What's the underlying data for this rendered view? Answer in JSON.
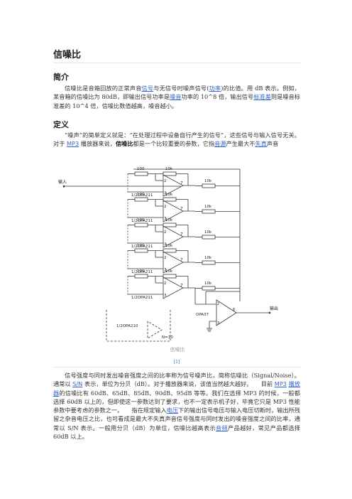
{
  "title": "信噪比",
  "intro": {
    "heading": "简介",
    "p1_a": "信噪比是音箱回放的正常声音",
    "p1_link1": "信号",
    "p1_b": "与无信号时噪声信号(",
    "p1_link2": "功率",
    "p1_c": ")的比值。用 dB 表示。例如，某音箱的信噪比为 80dB，即输出信号功率是",
    "p1_link3": "噪音",
    "p1_d": "功率的 10^8 倍，输出信号",
    "p1_link4": "标准差",
    "p1_e": "则是噪音标准差的 10^4 倍，信噪比数值越高，噪音越小。"
  },
  "definition": {
    "heading": "定义",
    "p_a": "“噪声”的简单定义就是：“在处理过程中设备自行产生的信号”，这些信号与输入信号无关。对于 ",
    "p_link1": "MP3",
    "p_b": " 播放器来说，",
    "p_bold": "信噪比",
    "p_c": "都是一个比较重要的参数，它指",
    "p_link2": "音源",
    "p_d": "产生最大不",
    "p_link3": "失真",
    "p_e": "声音"
  },
  "figure": {
    "caption": "信噪比",
    "ref": "[1]",
    "labels": {
      "r100": "100",
      "r10k": "10k",
      "amp": "1/2OPA211",
      "amp_last": "1/2OPA210",
      "input": "输入",
      "output": "输出",
      "opa37": "OPA37",
      "n10": "N=10",
      "pin2": "2",
      "pin3": "3",
      "pin6": "6",
      "pin7": "7"
    }
  },
  "body2": {
    "a": "信号强度与同时发出噪音强度之间的比率称为信号噪声比，简称信噪比（Signal/Noise）。通常以 ",
    "link1": "S/N",
    "b": " 表示，单位为分贝（dB）。对于播放器来说，该值当然越大越好。　　目前 ",
    "link2": "MP3",
    "c": " ",
    "link3": "播放器",
    "d": "的信噪比有 60dB、65dB、85dB、90dB、95dB 等等。我们在选择 MP3 的时候，一般都选择 60dB 以上的，但即使这一参数达到了要求，也不一定表示机子好，毕竟它只是 MP3 性能参数中要考虑的参数之一。　　指在规定输入",
    "link4": "电压",
    "e": "下的输出信号电压与输入电压切断时，输出所残留之杂音电压之比，也可看成是最大不失真声音信号强度与同时发出的噪音强度之间的比率，通常以 S/N 表示。一般用分贝（dB）为单位，信噪比越高表示",
    "link5": "音频",
    "f": "产品越好，常见产品都选择 60dB 以上。"
  }
}
